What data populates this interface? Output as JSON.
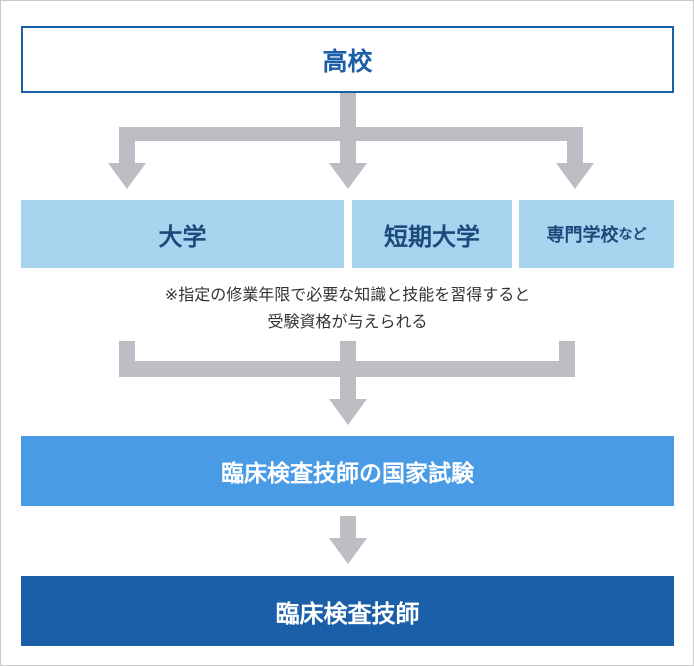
{
  "top_box": {
    "label": "高校"
  },
  "paths": [
    {
      "label": "大学"
    },
    {
      "label": "短期大学"
    },
    {
      "label_main": "専門学校",
      "label_suffix": "など"
    }
  ],
  "note": {
    "line1": "※指定の修業年限で必要な知識と技能を習得すると",
    "line2": "受験資格が与えられる"
  },
  "exam_box": {
    "label": "臨床検査技師の国家試験"
  },
  "final_box": {
    "label": "臨床検査技師"
  },
  "colors": {
    "dark_blue": "#1a5fa8",
    "mid_blue": "#4a9be6",
    "light_blue": "#a8d4f0",
    "arrow_gray": "#bcbec4"
  }
}
